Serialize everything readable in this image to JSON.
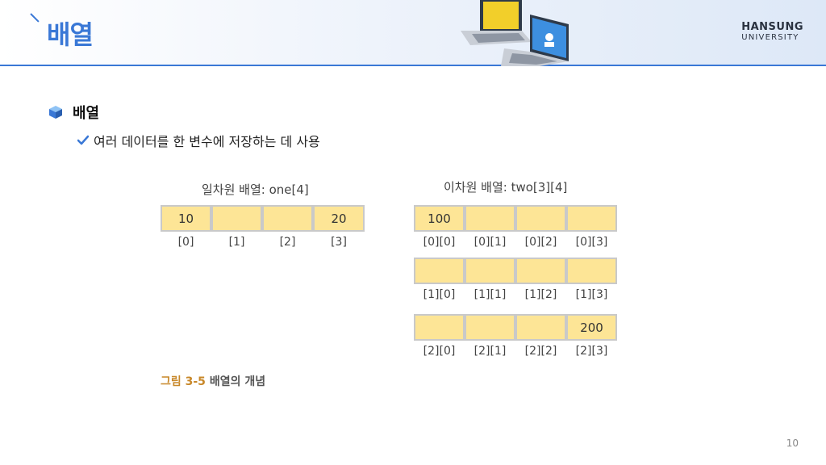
{
  "header": {
    "title": "배열",
    "logo_line1": "HANSUNG",
    "logo_line2": "UNIVERSITY"
  },
  "bullets": {
    "heading": "배열",
    "sub": "여러 데이터를 한 변수에 저장하는 데 사용"
  },
  "figure": {
    "one_caption": "일차원 배열: one[4]",
    "one_cells": [
      "10",
      "",
      "",
      "20"
    ],
    "one_index": [
      "[0]",
      "[1]",
      "[2]",
      "[3]"
    ],
    "two_caption": "이차원 배열: two[3][4]",
    "two_rows": [
      {
        "cells": [
          "100",
          "",
          "",
          ""
        ],
        "index": [
          "[0][0]",
          "[0][1]",
          "[0][2]",
          "[0][3]"
        ]
      },
      {
        "cells": [
          "",
          "",
          "",
          ""
        ],
        "index": [
          "[1][0]",
          "[1][1]",
          "[1][2]",
          "[1][3]"
        ]
      },
      {
        "cells": [
          "",
          "",
          "",
          "200"
        ],
        "index": [
          "[2][0]",
          "[2][1]",
          "[2][2]",
          "[2][3]"
        ]
      }
    ],
    "caption_number": "그림 3-5",
    "caption_text": "배열의 개념"
  },
  "page_number": "10",
  "colors": {
    "accent": "#3a78d6",
    "cell_fill": "#fde596",
    "cell_border": "#c9c9c9"
  }
}
